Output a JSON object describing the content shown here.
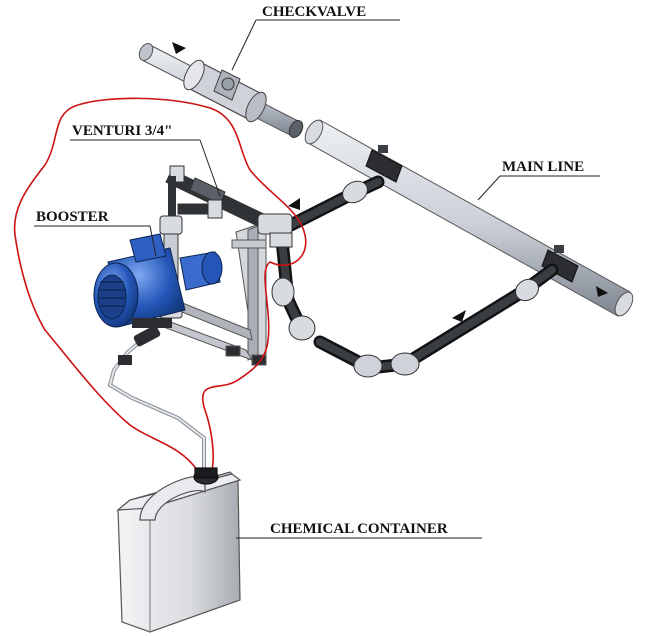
{
  "labels": {
    "checkvalve": "CHECKVALVE",
    "venturi": "VENTURI 3/4\"",
    "booster": "BOOSTER",
    "main_line": "MAIN LINE",
    "chemical_container": "CHEMICAL CONTAINER"
  },
  "colors": {
    "main_pipe": "#c9ced6",
    "bypass_pipe": "#2f3236",
    "fitting": "#d8dbe0",
    "motor_blue": "#2456b8",
    "red_loop": "#cc1111",
    "container": "#d9dbde"
  },
  "icons": {
    "flow_arrow": "arrow-head-icon",
    "motor": "pump-motor-icon"
  }
}
